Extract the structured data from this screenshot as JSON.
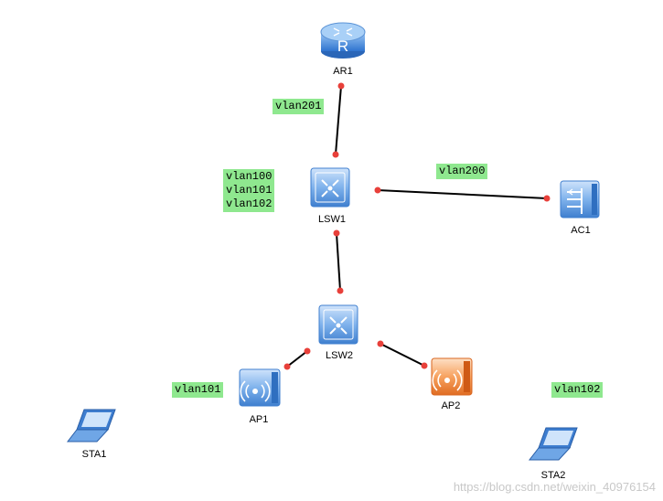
{
  "devices": {
    "ar1": {
      "label": "AR1",
      "type": "router"
    },
    "lsw1": {
      "label": "LSW1",
      "type": "switch"
    },
    "lsw2": {
      "label": "LSW2",
      "type": "switch"
    },
    "ac1": {
      "label": "AC1",
      "type": "access-controller"
    },
    "ap1": {
      "label": "AP1",
      "type": "access-point"
    },
    "ap2": {
      "label": "AP2",
      "type": "access-point"
    },
    "sta1": {
      "label": "STA1",
      "type": "laptop"
    },
    "sta2": {
      "label": "STA2",
      "type": "laptop"
    }
  },
  "vlan_labels": {
    "ar1_link": "vlan201",
    "lsw1_vlans": "vlan100\nvlan101\nvlan102",
    "ac1_link": "vlan200",
    "ap1_side": "vlan101",
    "sta2_side": "vlan102"
  },
  "links": [
    {
      "from": "AR1",
      "to": "LSW1"
    },
    {
      "from": "LSW1",
      "to": "AC1"
    },
    {
      "from": "LSW1",
      "to": "LSW2"
    },
    {
      "from": "LSW2",
      "to": "AP1"
    },
    {
      "from": "LSW2",
      "to": "AP2"
    }
  ],
  "colors": {
    "link": "#000000",
    "port_dot": "#e8403a",
    "vlan_bg": "#8fe88f",
    "device_blue": "#3f86d8",
    "ap2_orange": "#f07a2a"
  },
  "watermark": "https://blog.csdn.net/weixin_40976154"
}
